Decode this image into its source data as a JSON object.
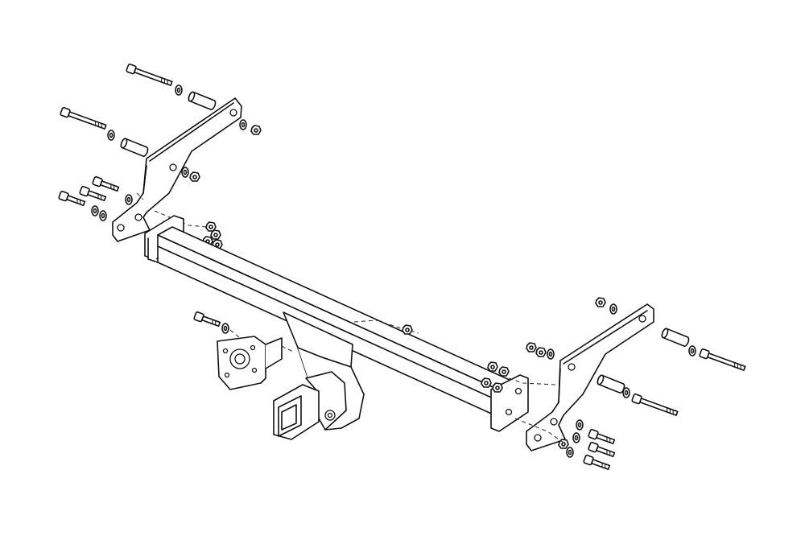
{
  "diagram": {
    "kind": "exploded-assembly",
    "subject": "tow bar",
    "style": "black line art on white",
    "line_color": "#111111",
    "background": "#ffffff"
  }
}
